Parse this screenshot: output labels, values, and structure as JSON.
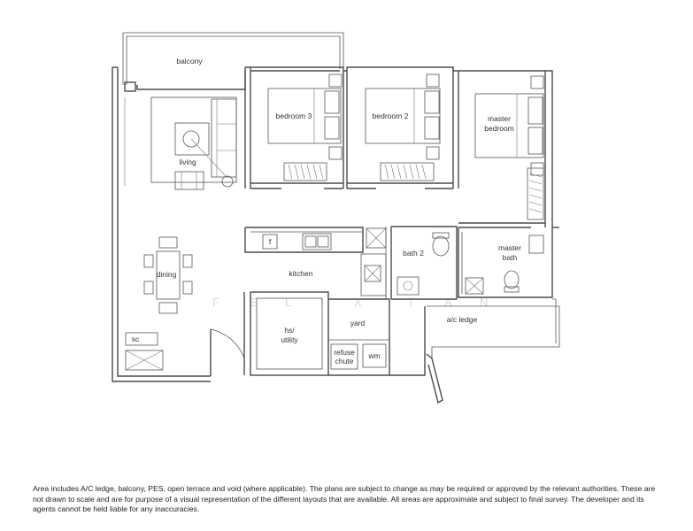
{
  "rooms": {
    "balcony": "balcony",
    "bedroom3": "bedroom 3",
    "bedroom2": "bedroom 2",
    "master_bedroom_line1": "master",
    "master_bedroom_line2": "bedroom",
    "living": "living",
    "dining": "dining",
    "kitchen": "kitchen",
    "fridge": "f",
    "bath2": "bath 2",
    "master_bath_line1": "master",
    "master_bath_line2": "bath",
    "sc": "sc",
    "hs_utility_line1": "hs/",
    "hs_utility_line2": "utility",
    "yard": "yard",
    "refuse_chute_line1": "refuse",
    "refuse_chute_line2": "chute",
    "wm": "wm",
    "ac_ledge": "a/c ledge"
  },
  "watermark": [
    "F",
    "E",
    "L",
    "I",
    "X",
    "T",
    "A",
    "N"
  ],
  "disclaimer": "Area includes A/C ledge, balcony, PES, open terrace and void (where applicable). The plans are subject to change as may be required or approved by the relevant authorities. These are not drawn to scale and are for purpose of a visual representation of the different layouts that are available. All areas are approximate and subject to final survey. The developer and its agents cannot be held liable for any inaccuracies."
}
